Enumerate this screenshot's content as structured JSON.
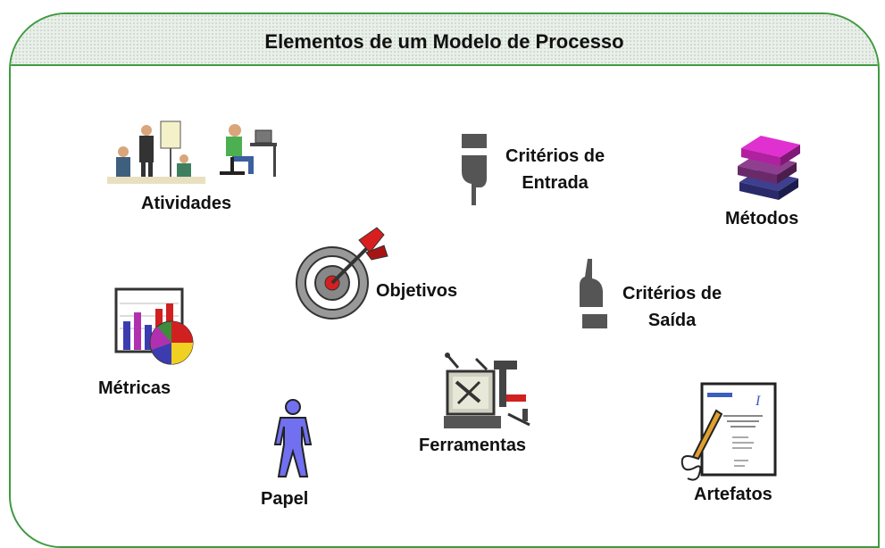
{
  "title": "Elementos de um Modelo de Processo",
  "elements": {
    "atividades": {
      "label": "Atividades",
      "icon": "people-working-icon"
    },
    "criterios_entrada": {
      "line1": "Critérios de",
      "line2": "Entrada",
      "icon": "hand-pointing-down-icon"
    },
    "metodos": {
      "label": "Métodos",
      "icon": "stack-of-books-icon"
    },
    "objetivos": {
      "label": "Objetivos",
      "icon": "target-dart-icon"
    },
    "criterios_saida": {
      "line1": "Critérios de",
      "line2": "Saída",
      "icon": "hand-pointing-up-icon"
    },
    "metricas": {
      "label": "Métricas",
      "icon": "chart-icon"
    },
    "ferramentas": {
      "label": "Ferramentas",
      "icon": "tools-machine-icon"
    },
    "papel": {
      "label": "Papel",
      "icon": "person-icon"
    },
    "artefatos": {
      "label": "Artefatos",
      "icon": "document-pen-icon"
    }
  },
  "colors": {
    "border": "#3f9a3f",
    "header_bg": "#e9efe9"
  }
}
